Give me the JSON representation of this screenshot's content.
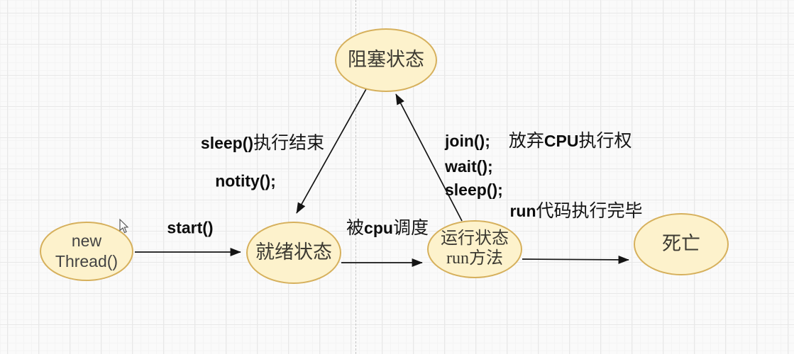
{
  "diagram": {
    "type": "thread-state-diagram",
    "background": "#fafafa",
    "node_fill": "#fdf2cc",
    "node_border": "#d6b05c",
    "arrow_color": "#141414",
    "grid_major_color": "#e8e8e8",
    "grid_minor_color": "#f4f4f4",
    "guide_color": "#c4c4c4"
  },
  "nodes": {
    "blocked": {
      "label": "阻塞状态"
    },
    "new_thread": {
      "line1": "new",
      "line2": "Thread()"
    },
    "ready": {
      "label": "就绪状态"
    },
    "running": {
      "line1": "运行状态",
      "line2": "run方法"
    },
    "dead": {
      "label": "死亡"
    }
  },
  "edge_labels": {
    "start": "start()",
    "scheduled_prefix": "被",
    "scheduled_code": "cpu",
    "scheduled_suffix": "调度",
    "sleep_end_code": "sleep()",
    "sleep_end_suffix": "执行结束",
    "notify": "notity();",
    "join_code": "join();",
    "abandon_prefix": "放弃",
    "abandon_code": "CPU",
    "abandon_suffix": "执行权",
    "wait": "wait();",
    "sleep": "sleep();",
    "run_done_code": "run",
    "run_done_suffix": "代码执行完毕"
  }
}
